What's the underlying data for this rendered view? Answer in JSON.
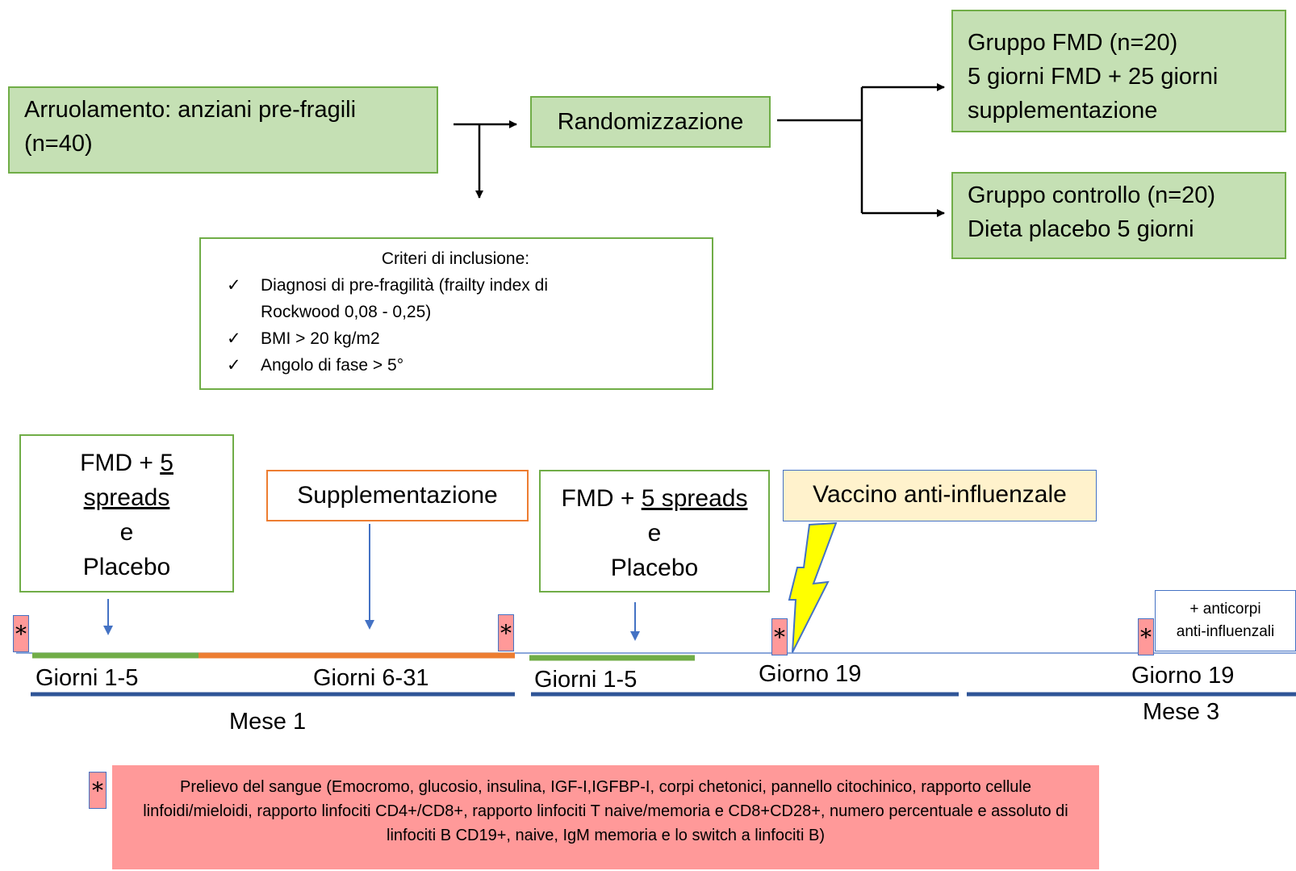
{
  "flow": {
    "enrollment": "Arruolamento: anziani pre-fragili (n=40)",
    "randomization": "Randomizzazione",
    "group_fmd": [
      "Gruppo FMD (n=20)",
      "5 giorni FMD + 25 giorni",
      "supplementazione"
    ],
    "group_control": [
      "Gruppo controllo (n=20)",
      "Dieta placebo 5 giorni"
    ]
  },
  "criteria": {
    "title": "Criteri di inclusione:",
    "check_glyph": "✓",
    "items": [
      "Diagnosi di pre-fragilità (frailty index di Rockwood 0,08 - 0,25)",
      "BMI > 20 kg/m2",
      "Angolo di fase > 5°"
    ]
  },
  "timeline": {
    "box1": {
      "line1": "FMD + ",
      "underline1": "5",
      "underline2": "spreads",
      "line3": "e",
      "line4": "Placebo"
    },
    "supplement": "Supplementazione",
    "box2": {
      "line1": "FMD + ",
      "underline1": "5 spreads",
      "line3": "e",
      "line4": "Placebo"
    },
    "vaccine": "Vaccino anti-influenzale",
    "antibodies": [
      "+ anticorpi",
      "anti-influenzali"
    ],
    "labels": {
      "giorni_1_5_a": "Giorni 1-5",
      "giorni_6_31": "Giorni 6-31",
      "giorni_1_5_b": "Giorni 1-5",
      "giorno_19_a": "Giorno 19",
      "giorno_19_b": "Giorno 19",
      "mese_1": "Mese 1",
      "mese_3": "Mese 3"
    },
    "star": "*"
  },
  "legend": {
    "star": "*",
    "text": "Prelievo del sangue (Emocromo, glucosio, insulina, IGF-I,IGFBP-I, corpi chetonici, pannello citochinico, rapporto cellule linfoidi/mieloidi, rapporto linfociti CD4+/CD8+, rapporto linfociti T naive/memoria e CD8+CD28+, numero percentuale e assoluto di linfociti B CD19+, naive, IgM memoria e lo switch a linfociti B)"
  },
  "colors": {
    "green_fill": "#c5e0b4",
    "green_border": "#70ad47",
    "orange": "#ed7d31",
    "blue": "#4472c4",
    "dark_blue": "#2f5597",
    "vaccine_fill": "#fff2cc",
    "bolt": "#ffff00",
    "sample_fill": "#ff9999"
  }
}
